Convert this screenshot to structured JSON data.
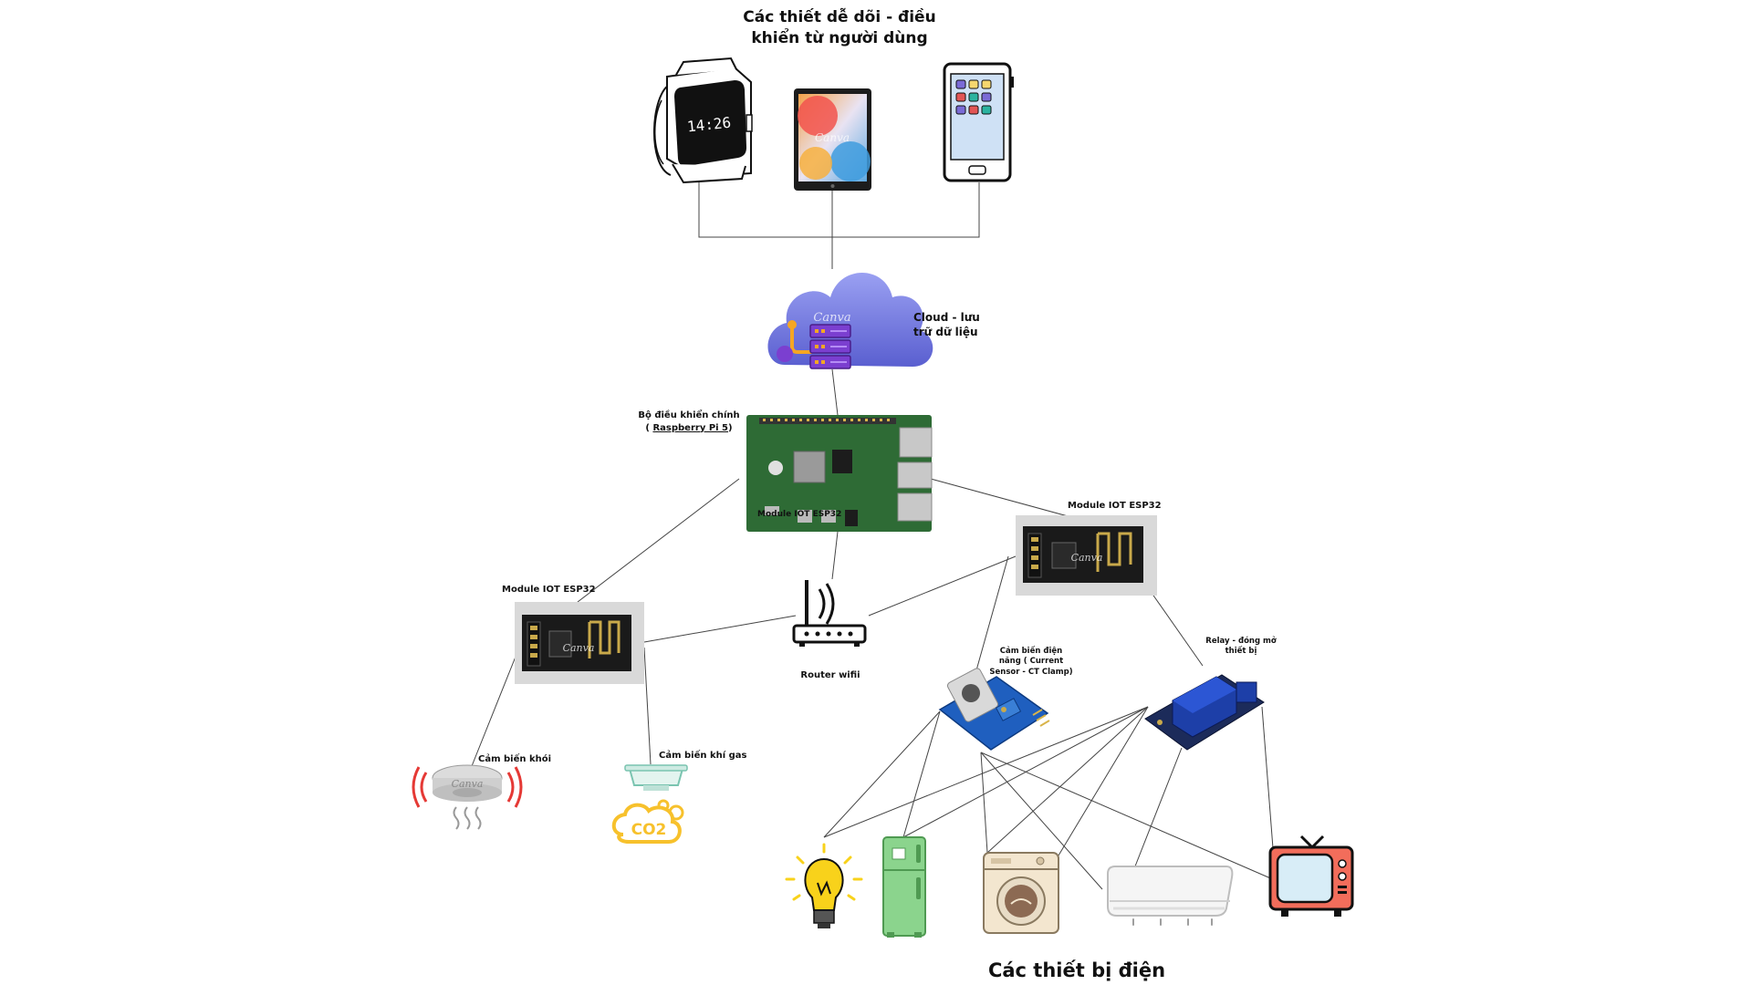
{
  "labels": {
    "monitor_title": "Các thiết dễ dõi - điều\nkhiển từ người dùng",
    "cloud": "Cloud - lưu\ntrữ dữ liệu",
    "controller_line1": "Bộ  điều khiển chính",
    "controller_line2_prefix": "( ",
    "controller_link": "Raspberry Pi 5",
    "controller_line2_suffix": ")",
    "pi_overlay": "Module IOT ESP32",
    "esp32_left": "Module IOT ESP32",
    "esp32_right": "Module IOT ESP32",
    "router": "Router wifii",
    "smoke_sensor": "Cảm biến khói",
    "gas_sensor": "Cảm biến khí gas",
    "power_sensor": "Cảm biến điện\nnăng ( Current\nSensor - CT Clamp)",
    "relay": "Relay  - đóng mở\nthiết bị",
    "appliances_title": "Các thiết bị điện"
  },
  "devices": {
    "watch_time": "14:26",
    "watermark": "Canva",
    "co2": "CO2"
  },
  "icons": {
    "watch": "smartwatch-icon",
    "tablet": "tablet-icon",
    "phone": "smartphone-icon",
    "cloud": "cloud-server-icon",
    "pi": "raspberry-pi-board",
    "router": "wifi-router-icon",
    "esp": "esp32-module",
    "smoke": "smoke-detector-icon",
    "gas": "gas-detector-icon",
    "current": "current-sensor-icon",
    "relay": "relay-module-icon",
    "bulb": "light-bulb-icon",
    "fridge": "fridge-icon",
    "washer": "washing-machine-icon",
    "ac": "air-conditioner-icon",
    "tv": "television-icon"
  },
  "colors": {
    "line": "#444444",
    "cloud": "#7d83e6",
    "server": "#7b3fd0",
    "board": "#2e6b35",
    "tv": "#f26d5b",
    "fridge": "#8bd48d",
    "bulb": "#f8d21b",
    "co2": "#f7c12c",
    "smoke_waves": "#e53935"
  }
}
